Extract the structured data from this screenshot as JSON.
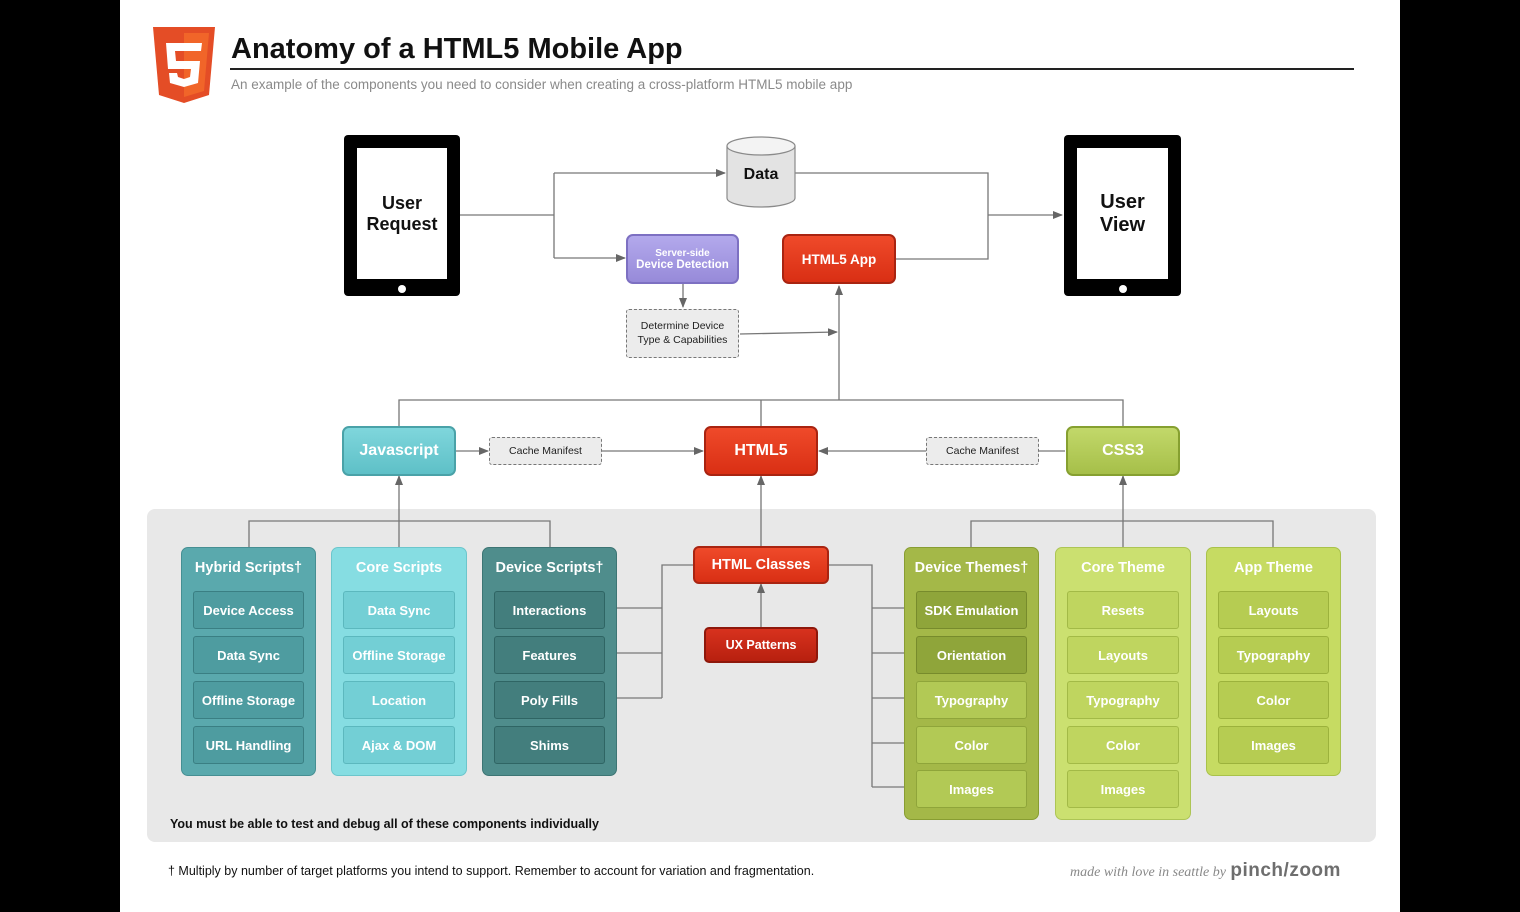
{
  "header": {
    "logo_text": "5",
    "title": "Anatomy of a HTML5 Mobile App",
    "subtitle": "An example of the components you need to consider when creating a cross-platform HTML5 mobile app"
  },
  "flow": {
    "user_request": "User\nRequest",
    "user_view": "User\nView",
    "data": "Data",
    "server_detection_top": "Server-side",
    "server_detection_bottom": "Device Detection",
    "html5_app": "HTML5 App",
    "determine_device_1": "Determine Device",
    "determine_device_2": "Type & Capabilities"
  },
  "tech": {
    "javascript": "Javascript",
    "html5": "HTML5",
    "css3": "CSS3",
    "cache_manifest_left": "Cache Manifest",
    "cache_manifest_right": "Cache Manifest",
    "html_classes": "HTML Classes",
    "ux_patterns": "UX Patterns"
  },
  "columns": {
    "hybrid_scripts": {
      "title": "Hybrid Scripts†",
      "items": [
        "Device Access",
        "Data Sync",
        "Offline Storage",
        "URL Handling"
      ]
    },
    "core_scripts": {
      "title": "Core Scripts",
      "items": [
        "Data Sync",
        "Offline Storage",
        "Location",
        "Ajax & DOM"
      ]
    },
    "device_scripts": {
      "title": "Device Scripts†",
      "items": [
        "Interactions",
        "Features",
        "Poly Fills",
        "Shims"
      ]
    },
    "device_themes": {
      "title": "Device Themes†",
      "items": [
        "SDK Emulation",
        "Orientation",
        "Typography",
        "Color",
        "Images"
      ]
    },
    "core_theme": {
      "title": "Core Theme",
      "items": [
        "Resets",
        "Layouts",
        "Typography",
        "Color",
        "Images"
      ]
    },
    "app_theme": {
      "title": "App Theme",
      "items": [
        "Layouts",
        "Typography",
        "Color",
        "Images"
      ]
    }
  },
  "notes": {
    "panel_note": "You must be able to test and debug all of these components individually",
    "footnote": "† Multiply by number of target platforms you intend to support. Remember to account for variation and fragmentation.",
    "credit_tagline": "made with love in seattle by",
    "credit_brand": "pinch/zoom"
  },
  "colors": {
    "html5_orange": "#e44d26",
    "red": "#e23b20",
    "teal": "#5ec0c7",
    "lime": "#a6bf49",
    "purple": "#978ad9"
  }
}
